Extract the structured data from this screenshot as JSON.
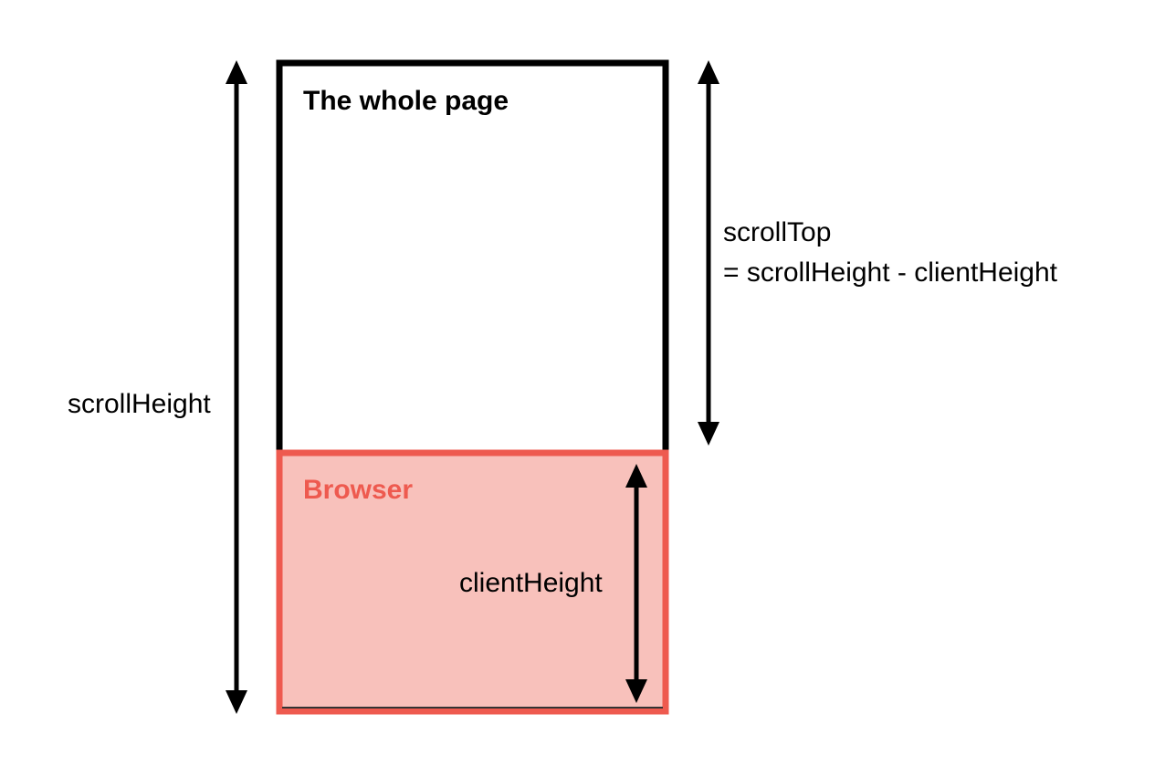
{
  "page": {
    "title": "The whole page"
  },
  "browser": {
    "title": "Browser"
  },
  "measures": {
    "scroll_height": "scrollHeight",
    "client_height": "clientHeight",
    "scroll_top": "scrollTop",
    "scroll_top_formula": "= scrollHeight - clientHeight"
  },
  "colors": {
    "page_border": "#000000",
    "browser_border": "#ee5a4f",
    "browser_fill": "#f8c1bb",
    "browser_text": "#ee5a4f",
    "arrow": "#000000"
  }
}
